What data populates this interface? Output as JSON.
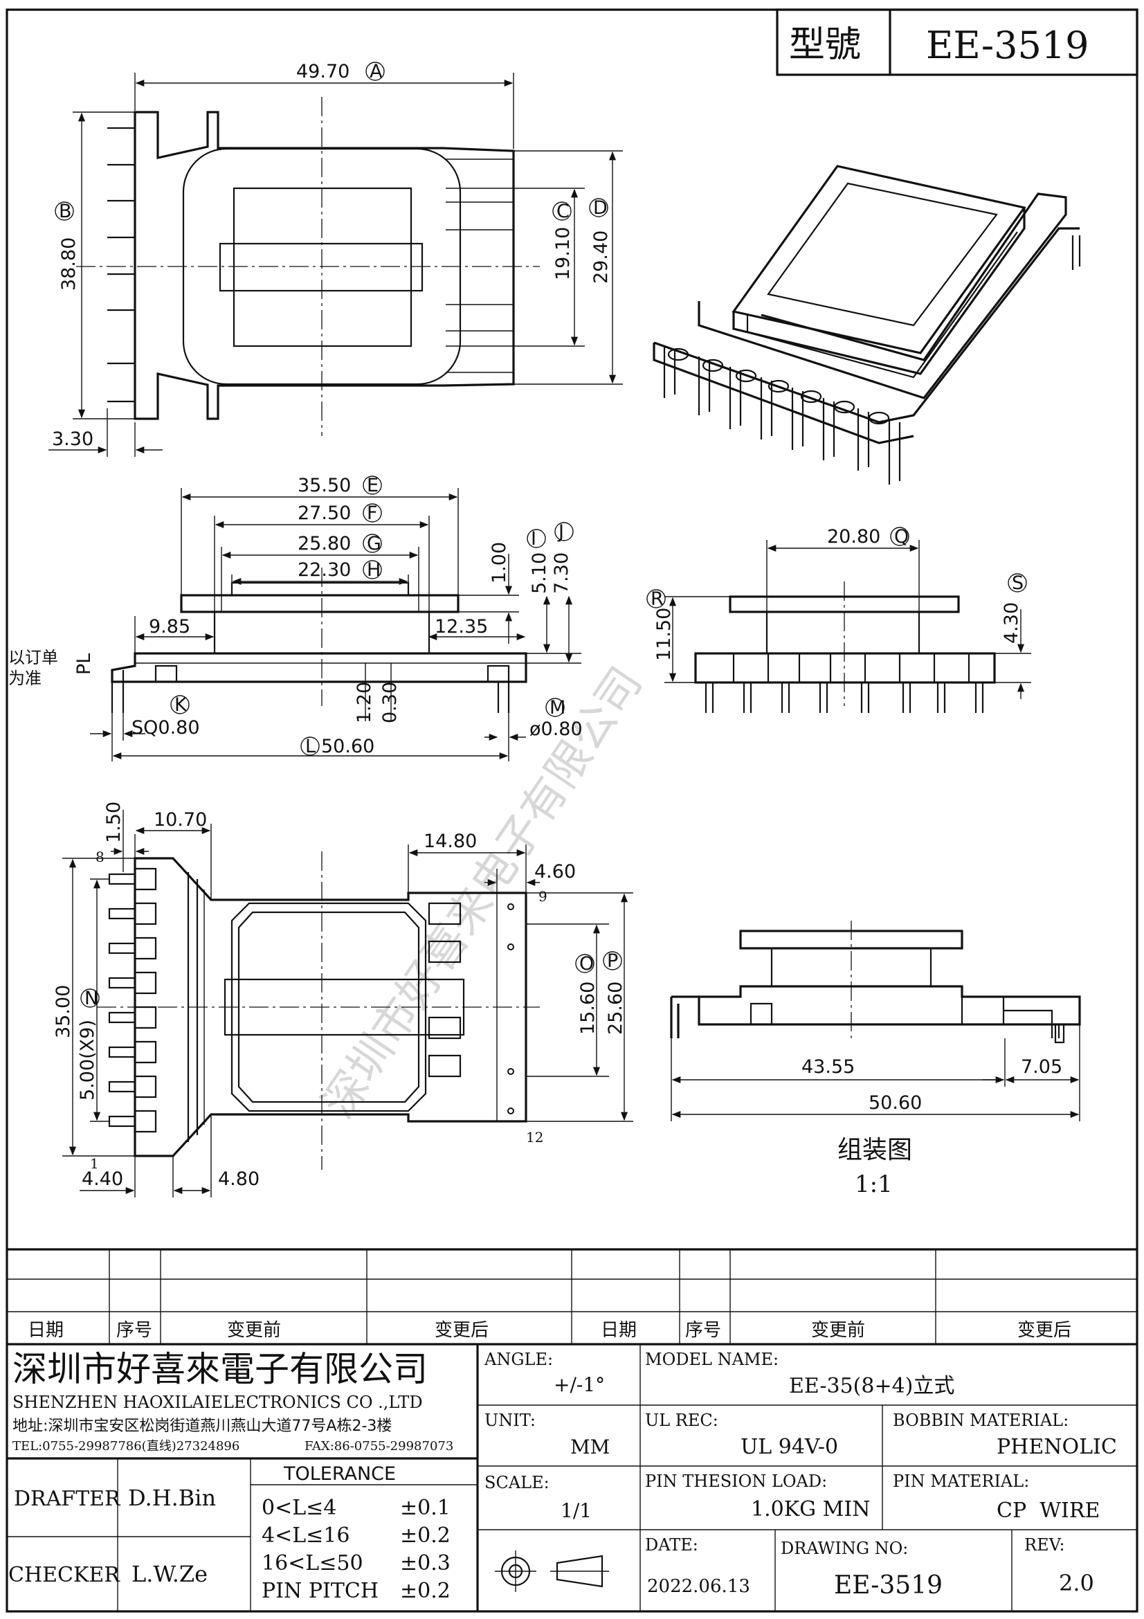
{
  "title_block": {
    "model_label": "型號",
    "model_value": "EE-3519"
  },
  "views": {
    "top": {
      "dims": {
        "width_a": "49.70",
        "a_mark": "A",
        "height_b": "38.80",
        "b_mark": "B",
        "c_dim": "19.10",
        "c_mark": "C",
        "d_dim": "29.40",
        "d_mark": "D",
        "offset": "3.30"
      }
    },
    "front": {
      "dims": {
        "e_dim": "35.50",
        "e_mark": "E",
        "f_dim": "27.50",
        "f_mark": "F",
        "g_dim": "25.80",
        "g_mark": "G",
        "h_dim": "22.30",
        "h_mark": "H",
        "i_dim": "1.00",
        "j_dim": "5.10",
        "j_mark": "I",
        "k_dim": "7.30",
        "k_mark": "J",
        "left": "9.85",
        "right": "12.35",
        "d120": "1.20",
        "d030": "0.30",
        "sq": "SQ0.80",
        "sq_mark": "K",
        "pin_d": "ø0.80",
        "pin_mark": "M",
        "total": "50.60",
        "total_mark": "L",
        "note_line1": "以订单",
        "note_line2": "为准",
        "pl": "PL"
      }
    },
    "side": {
      "dims": {
        "q_dim": "20.80",
        "q_mark": "Q",
        "r_dim": "11.50",
        "r_mark": "R",
        "s_dim": "4.30",
        "s_mark": "S"
      }
    },
    "bottom": {
      "dims": {
        "d150": "1.50",
        "d1070": "10.70",
        "d1480": "14.80",
        "d460": "4.60",
        "d3500": "35.00",
        "n_dim": "5.00(X9)",
        "n_mark": "N",
        "o_dim": "15.60",
        "o_mark": "O",
        "p_dim": "25.60",
        "p_mark": "P",
        "d440": "4.40",
        "d480": "4.80",
        "pin8": "8",
        "pin9": "9",
        "pin1": "1",
        "pin12": "12"
      }
    },
    "assembly": {
      "dims": {
        "d4355": "43.55",
        "d705": "7.05",
        "d5060": "50.60"
      },
      "caption": "组装图",
      "scale": "1:1"
    },
    "watermark": "深圳市好喜来电子有限公司"
  },
  "revision_table": {
    "headers": [
      "日期",
      "序号",
      "变更前",
      "变更后",
      "日期",
      "序号",
      "变更前",
      "变更后"
    ]
  },
  "company": {
    "name_cn": "深圳市好喜來電子有限公司",
    "name_en": "SHENZHEN HAOXILAIELECTRONICS CO .,LTD",
    "address": "地址:深圳市宝安区松岗街道燕川燕山大道77号A栋2-3楼",
    "tel": "TEL:0755-29987786(直线)27324896",
    "fax": "FAX:86-0755-29987073"
  },
  "people": {
    "drafter_label": "DRAFTER",
    "drafter": "D.H.Bin",
    "checker_label": "CHECKER",
    "checker": "L.W.Ze"
  },
  "tolerance": {
    "title": "TOLERANCE",
    "rows": [
      {
        "range": "0<L≤4",
        "tol": "±0.1"
      },
      {
        "range": "4<L≤16",
        "tol": "±0.2"
      },
      {
        "range": "16<L≤50",
        "tol": "±0.3"
      },
      {
        "range": "PIN PITCH",
        "tol": "±0.2"
      }
    ]
  },
  "specs": {
    "angle_label": "ANGLE:",
    "angle": "+/-1°",
    "unit_label": "UNIT:",
    "unit": "MM",
    "scale_label": "SCALE:",
    "scale": "1/1",
    "model_name_label": "MODEL NAME:",
    "model_name": "EE-35(8+4)立式",
    "ul_label": "UL REC:",
    "ul": "UL 94V-0",
    "bobbin_label": "BOBBIN MATERIAL:",
    "bobbin": "PHENOLIC",
    "pin_load_label": "PIN THESION LOAD:",
    "pin_load": "1.0KG MIN",
    "pin_mat_label": "PIN MATERIAL:",
    "pin_mat": "CP  WIRE",
    "date_label": "DATE:",
    "date": "2022.06.13",
    "drawing_no_label": "DRAWING NO:",
    "drawing_no": "EE-3519",
    "rev_label": "REV:",
    "rev": "2.0"
  }
}
